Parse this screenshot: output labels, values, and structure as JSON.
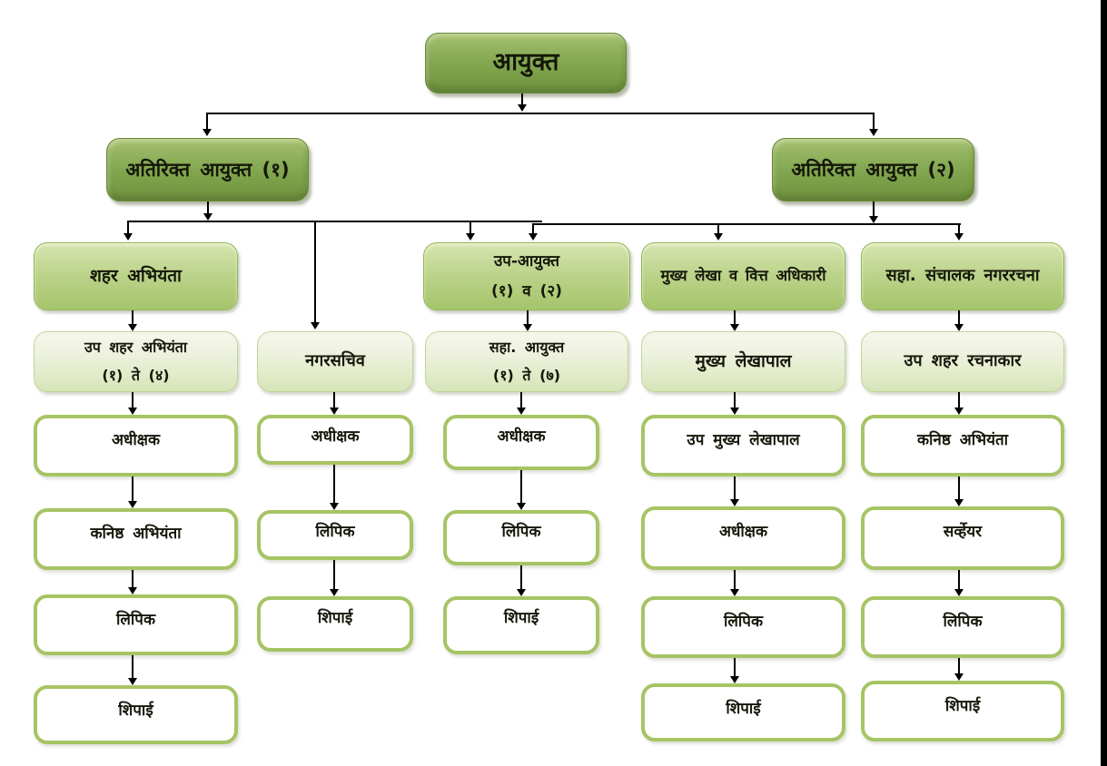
{
  "nodes": {
    "commissioner": "आयुक्त",
    "addl_commissioner_1": "अतिरिक्त आयुक्त (१)",
    "addl_commissioner_2": "अतिरिक्त आयुक्त (२)",
    "city_engineer": "शहर अभियंता",
    "deputy_commissioner_l1": "उप-आयुक्त",
    "deputy_commissioner_l2": "(१) व (२)",
    "chief_accounts_finance_officer": "मुख्य लेखा व वित्त अधिकारी",
    "asst_director_town_planning": "सहा. संचालक नगररचना",
    "deputy_city_engineer_l1": "उप शहर अभियंता",
    "deputy_city_engineer_l2": "(१) ते (४)",
    "city_secretary": "नगरसचिव",
    "asst_commissioner_l1": "सहा. आयुक्त",
    "asst_commissioner_l2": "(१) ते (७)",
    "chief_accountant": "मुख्य लेखापाल",
    "deputy_city_planner": "उप शहर रचनाकार",
    "col1_superintendent": "अधीक्षक",
    "col1_junior_engineer": "कनिष्ठ अभियंता",
    "col1_clerk": "लिपिक",
    "col1_peon": "शिपाई",
    "col2_superintendent": "अधीक्षक",
    "col2_clerk": "लिपिक",
    "col2_peon": "शिपाई",
    "col3_superintendent": "अधीक्षक",
    "col3_clerk": "लिपिक",
    "col3_peon": "शिपाई",
    "col4_deputy_chief_accountant": "उप मुख्य लेखापाल",
    "col4_superintendent": "अधीक्षक",
    "col4_clerk": "लिपिक",
    "col4_peon": "शिपाई",
    "col5_junior_engineer": "कनिष्ठ अभियंता",
    "col5_surveyor": "सर्व्हेयर",
    "col5_clerk": "लिपिक",
    "col5_peon": "शिपाई"
  },
  "palette": {
    "dark_green": "#7da24a",
    "medium_green": "#bdd48c",
    "pale_green": "#ecf1db",
    "border_green": "#a6c464",
    "connector": "#000000"
  }
}
